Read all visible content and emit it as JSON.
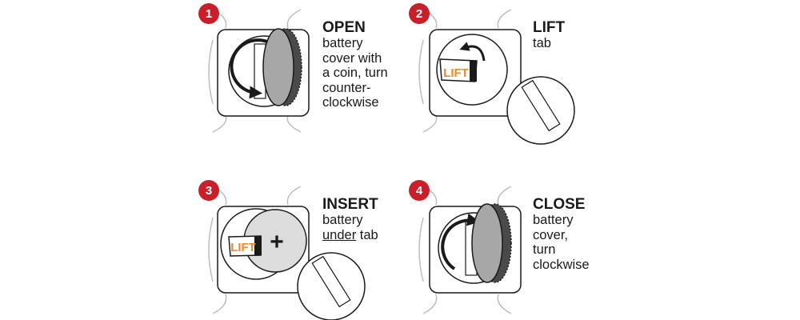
{
  "colors": {
    "badge": "#c8202a",
    "lift_label": "#e88a2a",
    "coin": "#a7a7a7",
    "battery": "#dcdcdc",
    "strap": "#bdbdbd",
    "outline": "#1a1a1a"
  },
  "steps": [
    {
      "number": "1",
      "title": "OPEN",
      "body": [
        "battery",
        "cover with",
        "a coin, turn",
        "counter-",
        "clockwise"
      ],
      "icons": [
        "coin-icon",
        "counterclockwise-arrow-icon"
      ]
    },
    {
      "number": "2",
      "title": "LIFT",
      "body": [
        "tab"
      ],
      "tab_label": "LIFT",
      "icons": [
        "lift-tab-icon",
        "curved-arrow-icon"
      ]
    },
    {
      "number": "3",
      "title": "INSERT",
      "body_pre": "battery",
      "body_underlined": "under",
      "body_post": " tab",
      "tab_label": "LIFT",
      "battery_symbol": "+",
      "icons": [
        "battery-icon",
        "lift-tab-icon"
      ]
    },
    {
      "number": "4",
      "title": "CLOSE",
      "body": [
        "battery",
        "cover,",
        "turn",
        "clockwise"
      ],
      "icons": [
        "coin-icon",
        "clockwise-arrow-icon"
      ]
    }
  ]
}
